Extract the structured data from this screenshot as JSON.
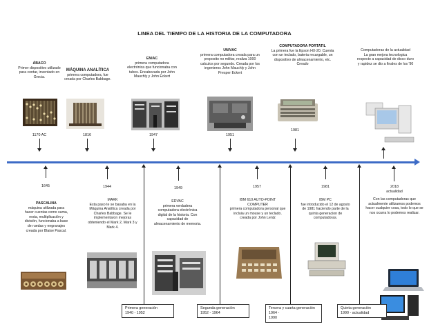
{
  "title": "LINEA DEL TIEMPO DE LA HISTORIA DE LA COMPUTADORA",
  "top_events": [
    {
      "year": "1170 AC",
      "name": "ÁBACO",
      "desc": "Primer dispositivo utilizado para contar, inventado en Grecia."
    },
    {
      "year": "1816",
      "name": "MÁQUINA ANALÍTICA",
      "desc": "primera computadora, fue creada por Charles Babbage."
    },
    {
      "year": "1947",
      "name": "ENIAC",
      "desc": "primera computadora electrónica que funcionaba con tubos. Encabezada por John Mauchly y John Eckert"
    },
    {
      "year": "1951",
      "name": "UNIVAC",
      "desc": "primera computadora creada para un proposito no militar, realiza 1000 calculos por segundo. Creada por los ingenieros John Mauchly y John Presper Eckert"
    },
    {
      "year": "1981",
      "name": "COMPUTADORA PORTATIL",
      "desc": "La primera fue la Epson HX-20. Cuenta con un teclado, bateria recargable, un dispositivo de almacenamiento, etc. Creado"
    },
    {
      "year": "",
      "name": "Computadoras de la actualidad",
      "desc": "La gran mejora tecnologica respecto a capacidad de disco duro y rapidez se dio a finales de los '90"
    }
  ],
  "bottom_events": [
    {
      "year": "1645",
      "name": "PASCALINA",
      "desc": "máquina utilizada para hacer cuentas como suma, resta, multiplicación y división, funcionaba a base de ruedas y engranajes creada por Blaise Pascal."
    },
    {
      "year": "1944",
      "name": "MARK",
      "desc": "Esta paso te se basaba en la Máquina Analítica creada por Charles Babbage. Se le implementaron mejoras obteniendo el Mark 2, Mark 3 y Mark 4."
    },
    {
      "year": "1949",
      "name": "EDVAC",
      "desc": "primera verdadera computadora electrónica digital de la historia. Con capacidad de almacenamiento de memoria."
    },
    {
      "year": "1957",
      "name": "IBM 610 AUTO-POINT COMPUTER",
      "desc": "primera computadora personal que incluia un mouse y un teclado. creada por John Lentz"
    },
    {
      "year": "1981",
      "name": "IBM PC",
      "desc": "fue introducido el 12 de agosto de 1981 haciendo parte de la quinta generacion de computadoras."
    },
    {
      "year": "2018",
      "name": "actualidad",
      "desc": "Con las computadoras que actualmente utilizamos podemos hacer cualquier cosa, todo lo que se nos ocurra lo podemos realizar."
    }
  ],
  "generations": [
    {
      "label": "Primera generación",
      "range": "1940 - 1952"
    },
    {
      "label": "Segunda generación",
      "range": "1952 - 1964"
    },
    {
      "label": "Tercera y cuarta generación 1964 -",
      "range": "1990"
    },
    {
      "label": "Quinta generación",
      "range": "1990 - actualidad"
    }
  ]
}
